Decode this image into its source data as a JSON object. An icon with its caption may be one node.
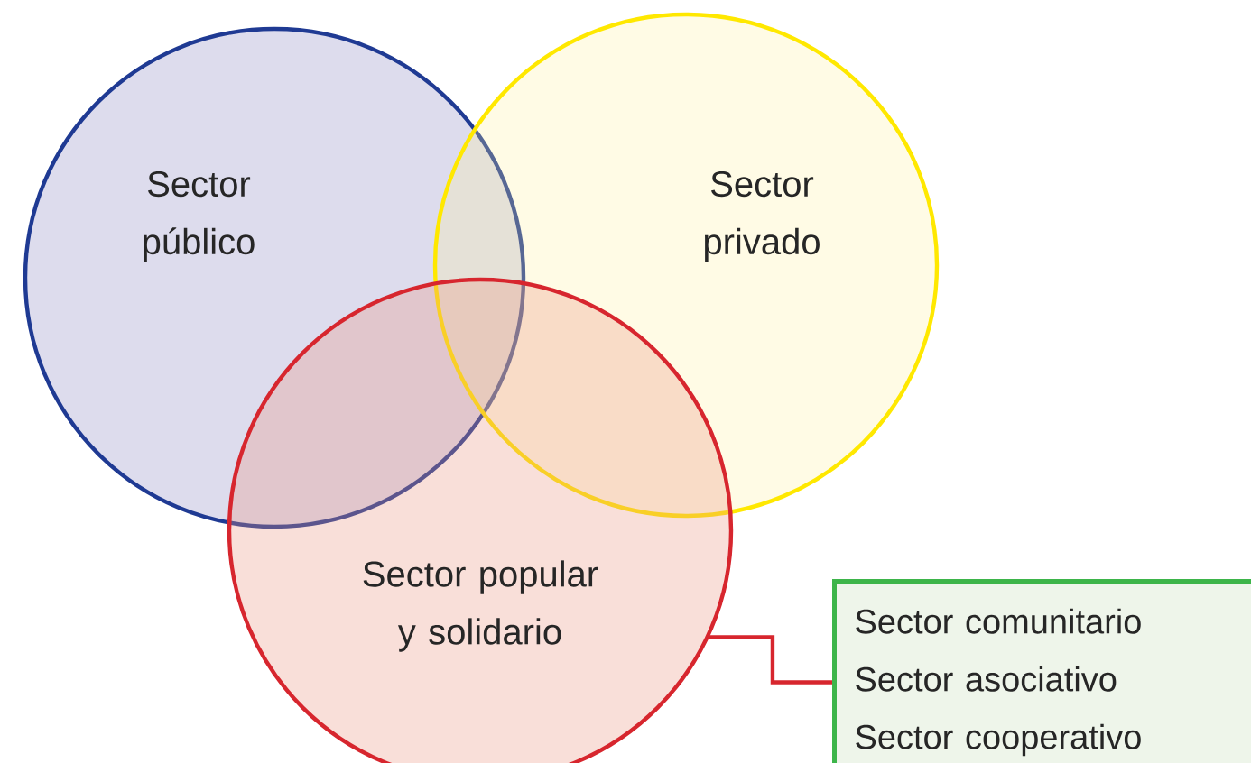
{
  "diagram": {
    "nodes": [
      {
        "text": [
          "Sector público"
        ]
      },
      {
        "text": [
          "Sector privado"
        ]
      },
      {
        "text": [
          "Sector popular y solidario"
        ]
      },
      {
        "text": [
          "Sector comunitario",
          "Sector asociativo",
          "Sector cooperativo"
        ]
      }
    ],
    "edges": [
      {
        "from": 2,
        "to": 3,
        "arrow": "none"
      }
    ]
  }
}
